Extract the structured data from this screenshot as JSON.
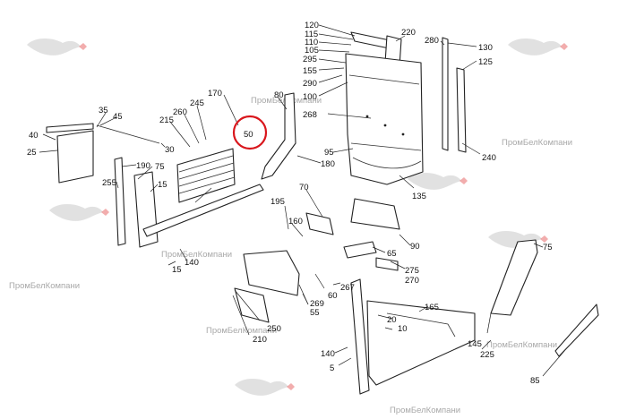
{
  "watermark": {
    "text": "ПромБелКомпани",
    "logo_icon": "running-pegasus-logo-icon"
  },
  "highlight": {
    "callout": "50",
    "color": "#d9161c"
  },
  "callouts": [
    "120",
    "115",
    "110",
    "105",
    "295",
    "155",
    "290",
    "100",
    "220",
    "280",
    "130",
    "125",
    "268",
    "95",
    "135",
    "240",
    "170",
    "80",
    "260",
    "245",
    "215",
    "35",
    "45",
    "40",
    "25",
    "30",
    "190",
    "75",
    "255",
    "15",
    "50",
    "180",
    "70",
    "195",
    "160",
    "90",
    "65",
    "275",
    "270",
    "140",
    "15",
    "55",
    "60",
    "267",
    "269",
    "250",
    "210",
    "165",
    "20",
    "10",
    "145",
    "225",
    "140",
    "5",
    "75",
    "85"
  ]
}
